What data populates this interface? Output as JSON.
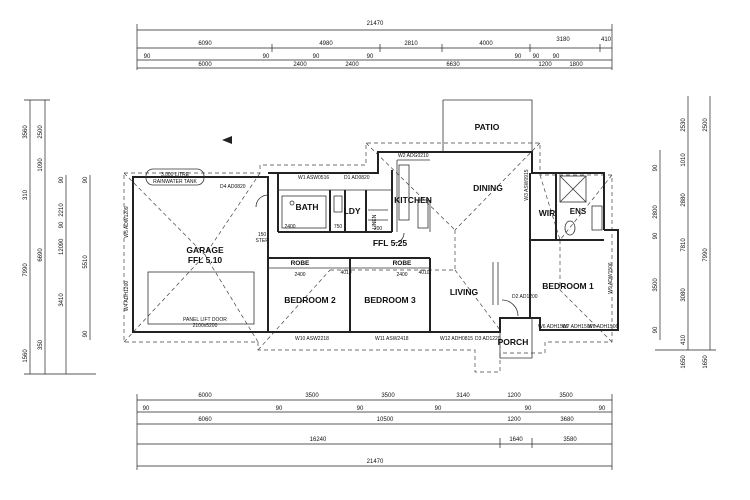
{
  "rooms": {
    "patio": "PATIO",
    "dining": "DINING",
    "kitchen": "KITCHEN",
    "bath": "BATH",
    "ldy": "LDY",
    "linen": "LINEN",
    "wir": "WIR",
    "ens": "ENS",
    "garage": "GARAGE",
    "garage_ffl": "FFL 5.10",
    "ffl": "FFL 5.25",
    "robe1": "ROBE",
    "robe2": "ROBE",
    "bedroom2": "BEDROOM 2",
    "bedroom3": "BEDROOM 3",
    "living": "LIVING",
    "bedroom1": "BEDROOM 1",
    "porch": "PORCH"
  },
  "notes": {
    "tank1": "3,000 LITRE",
    "tank2": "RAINWATER TANK",
    "panel_door1": "PANEL LIFT DOOR",
    "panel_door2": "2100x5200",
    "step1": "150",
    "step2": "STEP"
  },
  "windows": {
    "w1": "W1 ASW0516",
    "d1": "D1 AD0820",
    "d4": "D4 AD0820",
    "w2": "W2 ADG0210",
    "w3": "W3 ASW0915",
    "w4": "W4 ADH1200",
    "w5": "W5 ADW1209",
    "w6": "W6 ADH1506",
    "w7": "W7 ADH1506",
    "w8": "W8 ADH1506",
    "w9": "W9 ADW1506",
    "w10": "W10 ASW2218",
    "w11": "W11 ASW2418",
    "w12": "W12 ADH0815",
    "d2": "D2 AD1200",
    "d3": "D3 AD1220"
  },
  "dims_top": {
    "overall": "21470",
    "r2": [
      "6090",
      "4980",
      "2810",
      "4000",
      "3180",
      "410"
    ],
    "r3": [
      "90",
      "90",
      "90",
      "90",
      "90",
      "90",
      "90"
    ],
    "r4": [
      "6000",
      "2400",
      "2400",
      "6630",
      "1200",
      "1800"
    ]
  },
  "dims_bottom": {
    "r1": [
      "6000",
      "3500",
      "3500",
      "3140",
      "1200",
      "3500"
    ],
    "r2": [
      "90",
      "90",
      "90",
      "90",
      "90",
      "90"
    ],
    "r3": [
      "6060",
      "10500",
      "1200",
      "3680"
    ],
    "r4": [
      "16240",
      "1640",
      "3580"
    ],
    "overall": "21470"
  },
  "dims_left": {
    "outer": [
      "3560",
      "310",
      "7990",
      "1560"
    ],
    "mid": [
      "2500",
      "1090",
      "2210",
      "90",
      "6690",
      "3410",
      "350"
    ],
    "inner": [
      "90",
      "90",
      "90",
      "120",
      "5510",
      "90"
    ]
  },
  "dims_right": {
    "outer": [
      "2530",
      "1010",
      "2880",
      "7810",
      "3080",
      "410",
      "1650"
    ],
    "inner": [
      "2500",
      "90",
      "2800",
      "90",
      "3500",
      "90",
      "7990",
      "1650"
    ]
  },
  "interior_dims": [
    "2400",
    "2400",
    "200",
    "4010",
    "2400",
    "4010",
    "750"
  ]
}
